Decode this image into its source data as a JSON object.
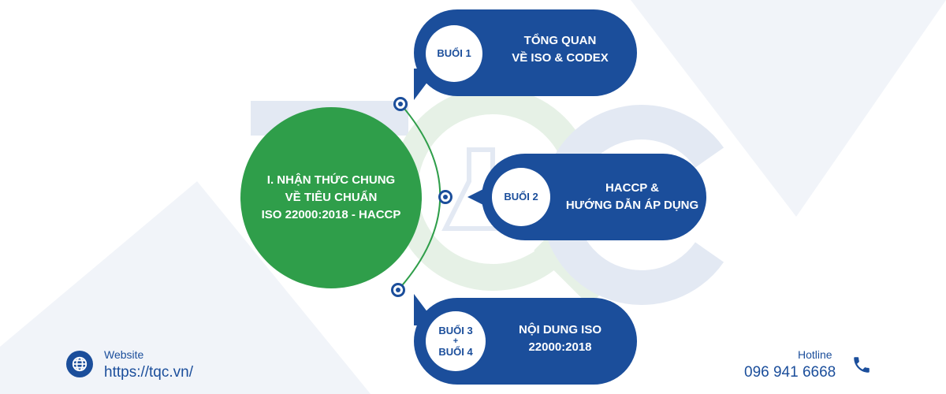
{
  "colors": {
    "primary_blue": "#1b4e9b",
    "green": "#2f9e4a",
    "watermark_blue": "#e3e9f3",
    "watermark_green": "#e6f1e6",
    "triangle": "#f1f4f9"
  },
  "center": {
    "line1": "I. NHẬN THỨC CHUNG",
    "line2": "VỀ TIÊU CHUẨN",
    "line3": "ISO 22000:2018 - HACCP"
  },
  "sessions": [
    {
      "badge": [
        "BUỔI 1"
      ],
      "text": [
        "TỔNG QUAN",
        "VỀ ISO & CODEX"
      ]
    },
    {
      "badge": [
        "BUỔI 2"
      ],
      "text": [
        "HACCP &",
        "HƯỚNG DẪN ÁP DỤNG"
      ]
    },
    {
      "badge": [
        "BUỔI 3",
        "+",
        "BUỔI 4"
      ],
      "text": [
        "NỘI DUNG ISO",
        "22000:2018"
      ]
    }
  ],
  "footer": {
    "website_label": "Website",
    "website_url": "https://tqc.vn/",
    "hotline_label": "Hotline",
    "hotline_number": "096 941 6668",
    "globe_icon": "globe-icon",
    "phone_icon": "phone-icon"
  }
}
